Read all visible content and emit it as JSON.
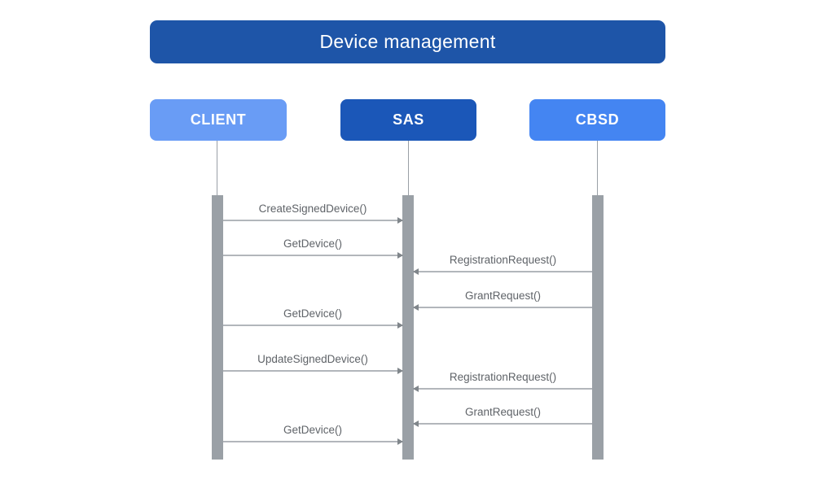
{
  "title": "Device management",
  "actors": [
    {
      "label": "CLIENT",
      "color": "#699CF5"
    },
    {
      "label": "SAS",
      "color": "#1B57B8"
    },
    {
      "label": "CBSD",
      "color": "#4485F2"
    }
  ],
  "messages": [
    {
      "label": "CreateSignedDevice()",
      "from": "CLIENT",
      "to": "SAS"
    },
    {
      "label": "GetDevice()",
      "from": "CLIENT",
      "to": "SAS"
    },
    {
      "label": "RegistrationRequest()",
      "from": "CBSD",
      "to": "SAS"
    },
    {
      "label": "GrantRequest()",
      "from": "CBSD",
      "to": "SAS"
    },
    {
      "label": "GetDevice()",
      "from": "CLIENT",
      "to": "SAS"
    },
    {
      "label": "UpdateSignedDevice()",
      "from": "CLIENT",
      "to": "SAS"
    },
    {
      "label": "RegistrationRequest()",
      "from": "CBSD",
      "to": "SAS"
    },
    {
      "label": "GrantRequest()",
      "from": "CBSD",
      "to": "SAS"
    },
    {
      "label": "GetDevice()",
      "from": "CLIENT",
      "to": "SAS"
    }
  ],
  "colors": {
    "background": "#FFFFFF",
    "title_bg": "#1E55A8",
    "title_text": "#FFFFFF",
    "actor_text": "#FFFFFF",
    "activation_bar": "#9AA0A6",
    "lifeline": "#9AA0A6",
    "message_line": "#B2B6BB",
    "arrowhead": "#80868B",
    "message_text": "#5F6368"
  }
}
